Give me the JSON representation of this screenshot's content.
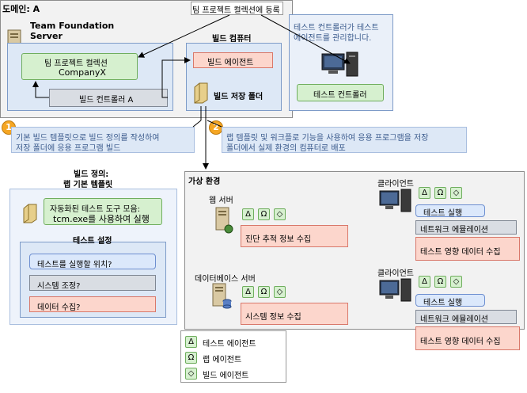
{
  "domain_label": "도메인: A",
  "callout_top": "팀 프로젝트 컬렉션에 등록",
  "tfs": {
    "title_line1": "Team Foundation",
    "title_line2": "Server",
    "collection_line1": "팀 프로젝트 컬렉션",
    "collection_line2": "CompanyX",
    "build_controller": "빌드 컨트롤러 A"
  },
  "build_computer": {
    "title": "빌드 컴퓨터",
    "agent": "빌드 에이전트",
    "drop_folder": "빌드 저장 폴더"
  },
  "test_controller_callout": {
    "line1": "테스트 컨트롤러가 테스트",
    "line2": "에이전트를 관리합니다.",
    "box": "테스트 컨트롤러"
  },
  "step1": {
    "number": "1",
    "line1": "기본 빌드 템플릿으로 빌드 정의를 작성하여",
    "line2": "저장 폴더에 응용 프로그램 빌드"
  },
  "step2": {
    "number": "2",
    "line1": "랩 템플릿 및 워크플로 기능을 사용하여 응용 프로그램을 저장",
    "line2": "폴더에서 실제 환경의 컴퓨터로 배포"
  },
  "build_definition": {
    "title_line1": "빌드 정의:",
    "title_line2": "랩 기본 템플릿",
    "tools_line1": "자동화된 테스트 도구 모음:",
    "tools_line2": "tcm.exe를 사용하여 실행",
    "test_settings_title": "테스트 설정",
    "where_to_run": "테스트를 실행할 위치?",
    "system_tuning": "시스템 조정?",
    "data_collection": "데이터 수집?"
  },
  "virtual_env": {
    "title": "가상 환경",
    "web_server": "웹 서버",
    "web_server_box": "진단 추적 정보 수집",
    "db_server": "데이터베이스 서버",
    "db_server_box": "시스템 정보 수집",
    "client1": "클라이언트",
    "client2": "클라이언트",
    "run_tests": "테스트 실행",
    "network_emulation": "네트워크 에뮬레이션",
    "test_impact": "테스트 영향 데이터 수집",
    "agent_symbols": [
      "Δ",
      "Ω",
      "◇"
    ]
  },
  "legend": {
    "test_agent": "테스트 에이전트",
    "lab_agent": "랩 에이전트",
    "build_agent": "빌드 에이전트"
  }
}
